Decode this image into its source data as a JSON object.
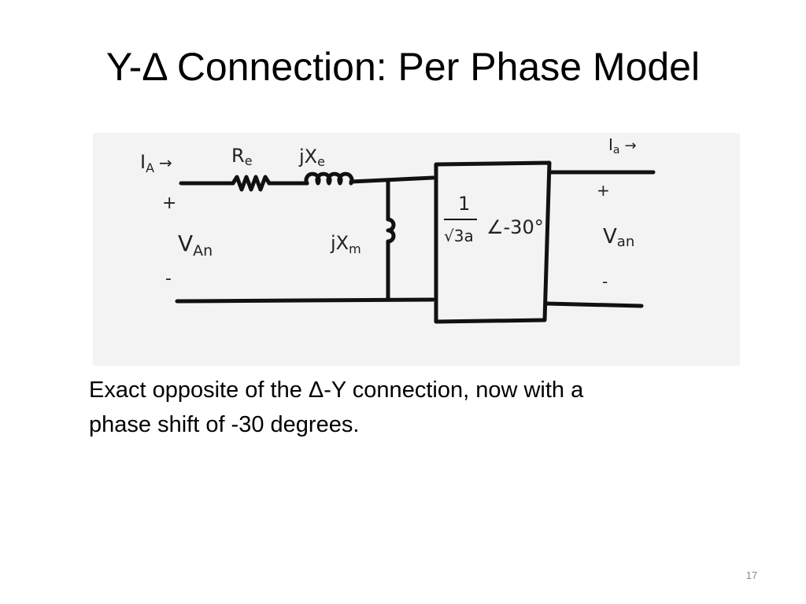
{
  "slide": {
    "title": "Y-Δ Connection: Per Phase Model",
    "caption_line1": "Exact opposite of the Δ-Y connection, now with a",
    "caption_line2": "phase shift of -30 degrees.",
    "slide_number": "17"
  },
  "circuit": {
    "current_in": "I",
    "current_in_sub": "A",
    "current_out": "I",
    "current_out_sub": "a",
    "series_resistance": "R",
    "series_resistance_sub": "e",
    "series_reactance": "jX",
    "series_reactance_sub": "e",
    "magnetizing_reactance": "jX",
    "magnetizing_reactance_sub": "m",
    "voltage_in": "V",
    "voltage_in_sub": "An",
    "voltage_out": "V",
    "voltage_out_sub": "an",
    "plus": "+",
    "minus": "-",
    "transformer_ratio_num": "1",
    "transformer_ratio_den": "√3a",
    "transformer_angle": "∠-30°",
    "arrow": "→"
  }
}
